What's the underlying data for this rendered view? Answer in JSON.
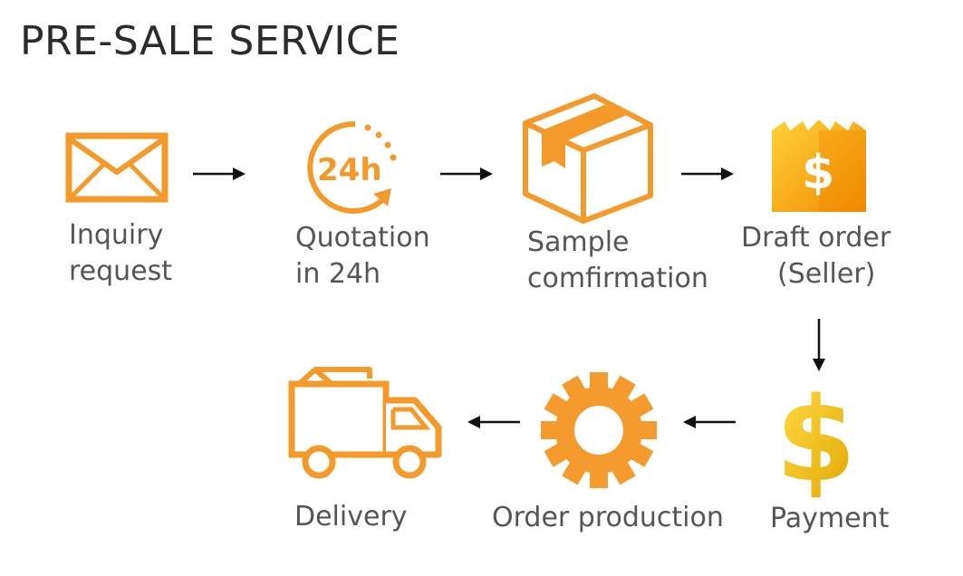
{
  "title": "PRE-SALE SERVICE",
  "colors": {
    "accent": "#f39a2a",
    "title": "#2b2b2b",
    "label": "#555555",
    "gold": "#f5b800",
    "arrow": "#111111"
  },
  "steps": [
    {
      "icon": "envelope-icon",
      "line1": "Inquiry",
      "line2": "request"
    },
    {
      "icon": "clock-24h-icon",
      "icon_text": "24h",
      "line1": "Quotation",
      "line2": "in 24h"
    },
    {
      "icon": "box-icon",
      "line1": "Sample",
      "line2": "comfirmation"
    },
    {
      "icon": "dollar-shield-icon",
      "icon_text": "$",
      "line1": "Draft order",
      "line2": "(Seller)"
    },
    {
      "icon": "dollar-sign-icon",
      "icon_text": "$",
      "line1": "Payment"
    },
    {
      "icon": "gear-icon",
      "line1": "Order production"
    },
    {
      "icon": "truck-icon",
      "line1": "Delivery"
    }
  ]
}
